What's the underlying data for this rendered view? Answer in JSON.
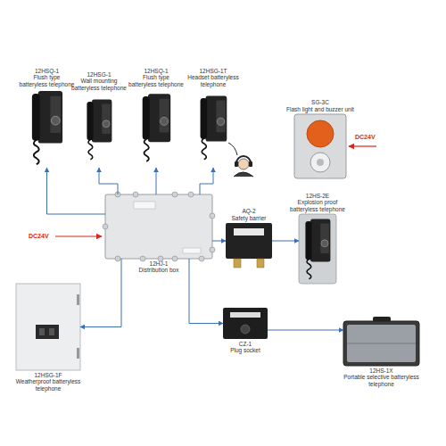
{
  "diagram": {
    "nodes": [
      {
        "text": [
          "12HSQ-1",
          "Flush type batteryless telephone"
        ]
      },
      {
        "text": [
          "12HSG-1",
          "Wall mounting batteryless telephone"
        ]
      },
      {
        "text": [
          "12HSQ-1",
          "Flush type batteryless telephone"
        ]
      },
      {
        "text": [
          "12HSG-1T",
          "Headset batteryless telephone"
        ]
      },
      {
        "text": [
          "SG-3C",
          "Flash light and buzzer unit"
        ]
      },
      {
        "text": [
          "12HJ-1",
          "Distribution box"
        ]
      },
      {
        "text": [
          "AQ-2",
          "Safety barrier"
        ]
      },
      {
        "text": [
          "12HS-2E",
          "Explosion proof batteryless telephone"
        ]
      },
      {
        "text": [
          "12HSG-1F",
          "Weatherproof batteryless telephone"
        ]
      },
      {
        "text": [
          "CZ-1",
          "Plug socket"
        ]
      },
      {
        "text": [
          "12HS-1X",
          "Portable selective batteryless telephone"
        ]
      }
    ],
    "edges": [
      {
        "from": 5,
        "to": 0,
        "arrow": "to"
      },
      {
        "from": 5,
        "to": 1,
        "arrow": "to"
      },
      {
        "from": 5,
        "to": 2,
        "arrow": "to"
      },
      {
        "from": 5,
        "to": 3,
        "arrow": "to"
      },
      {
        "from": 5,
        "to": 6,
        "arrow": "to"
      },
      {
        "from": 6,
        "to": 7,
        "arrow": "to"
      },
      {
        "from": 5,
        "to": 8,
        "arrow": "to"
      },
      {
        "from": 5,
        "to": 9,
        "arrow": "to"
      },
      {
        "from": 9,
        "to": 10,
        "arrow": "to"
      }
    ],
    "labels": [
      "DC24V",
      "DC24V"
    ]
  }
}
